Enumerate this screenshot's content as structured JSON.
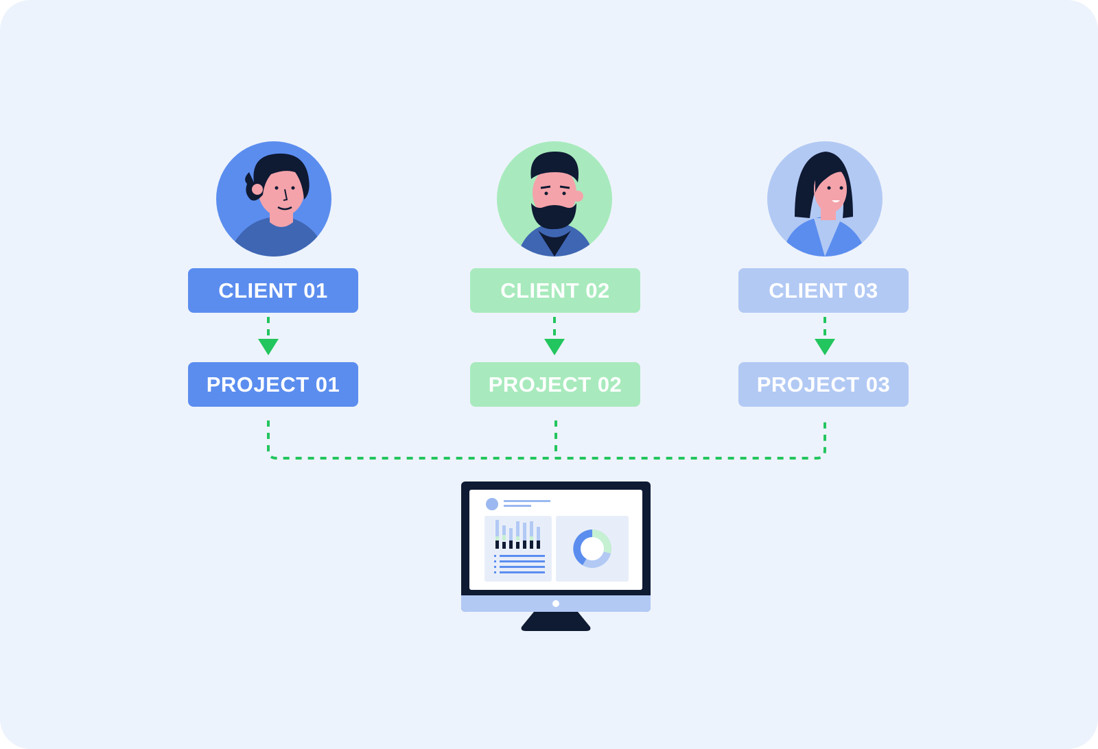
{
  "colors": {
    "background": "#edf3fc",
    "client_blue": "#5b8def",
    "client_green": "#a8eabd",
    "client_lightblue": "#b2c9f4",
    "connector_green": "#22c55e",
    "monitor_navy": "#0f1a33"
  },
  "clients": [
    {
      "client_label": "CLIENT 01",
      "project_label": "PROJECT 01",
      "avatar": "man-curly-hair-avatar"
    },
    {
      "client_label": "CLIENT 02",
      "project_label": "PROJECT 02",
      "avatar": "bearded-man-avatar"
    },
    {
      "client_label": "CLIENT 03",
      "project_label": "PROJECT 03",
      "avatar": "woman-avatar"
    }
  ],
  "monitor": {
    "icon": "dashboard-monitor-icon"
  }
}
